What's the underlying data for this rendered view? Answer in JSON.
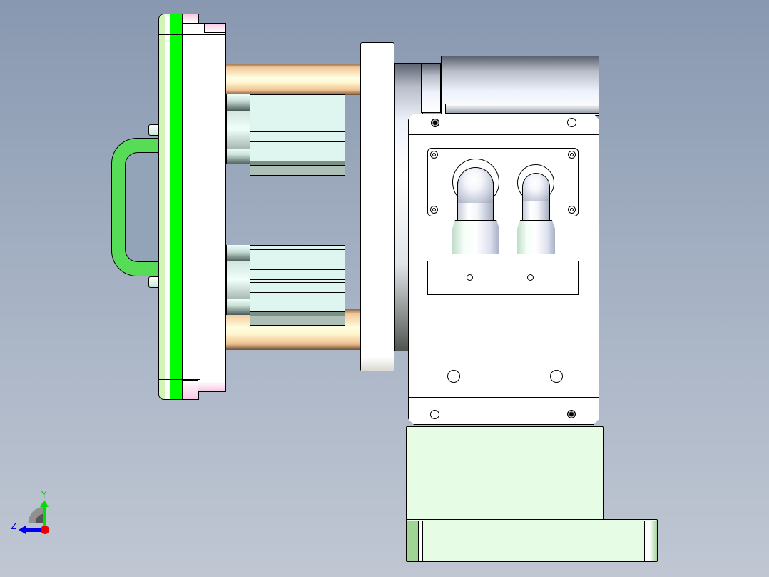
{
  "viewport": {
    "background_top": "#8898b0",
    "background_bottom": "#c0c7d3",
    "view_orientation": "Right"
  },
  "model": {
    "parts": [
      {
        "id": "front-plate-stack",
        "colors": [
          "#d0f5b4",
          "#00ff00",
          "#ffffff",
          "#f8c8e4"
        ]
      },
      {
        "id": "handle",
        "color": "#56dc56"
      },
      {
        "id": "guide-rods",
        "count": 2,
        "color": "#f4c898"
      },
      {
        "id": "pneumatic-cylinders",
        "count": 2,
        "color": "#dff6f0"
      },
      {
        "id": "mounting-flange",
        "color": "#ffffff"
      },
      {
        "id": "motor-housing",
        "color": "#eef2fb"
      },
      {
        "id": "gearbox-block",
        "color": "#ffffff"
      },
      {
        "id": "pipe-fittings",
        "count": 2
      },
      {
        "id": "base-bracket",
        "color": "#e6fce4"
      }
    ]
  },
  "triad": {
    "y_label": "Y",
    "z_label": "Z",
    "y_color": "#00cc00",
    "z_color": "#0000ee",
    "x_color": "#ee0000"
  }
}
